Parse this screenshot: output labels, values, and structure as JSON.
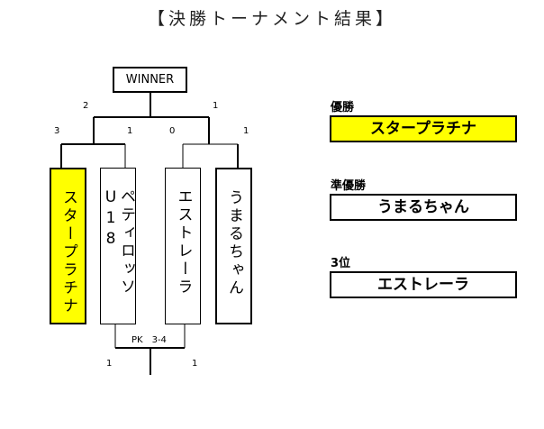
{
  "title": "【決勝トーナメント結果】",
  "winner_label": "WINNER",
  "teams": [
    {
      "name": "スタープラチナ",
      "highlight": true
    },
    {
      "name": "ペティロッソU18",
      "highlight": false
    },
    {
      "name": "エストレーラ",
      "highlight": false
    },
    {
      "name": "うまるちゃん",
      "highlight": false
    }
  ],
  "scores": {
    "final_left": "2",
    "final_right": "1",
    "semi1_left": "3",
    "semi1_right": "1",
    "semi2_left": "0",
    "semi2_right": "1",
    "third_left": "1",
    "third_right": "1",
    "pk": "PK　3-4"
  },
  "results": [
    {
      "label": "優勝",
      "team": "スタープラチナ",
      "color": "#ffff00"
    },
    {
      "label": "準優勝",
      "team": "うまるちゃん",
      "color": "#ffffff"
    },
    {
      "label": "3位",
      "team": "エストレーラ",
      "color": "#ffffff"
    }
  ],
  "colors": {
    "highlight": "#ffff00",
    "line": "#000000"
  }
}
